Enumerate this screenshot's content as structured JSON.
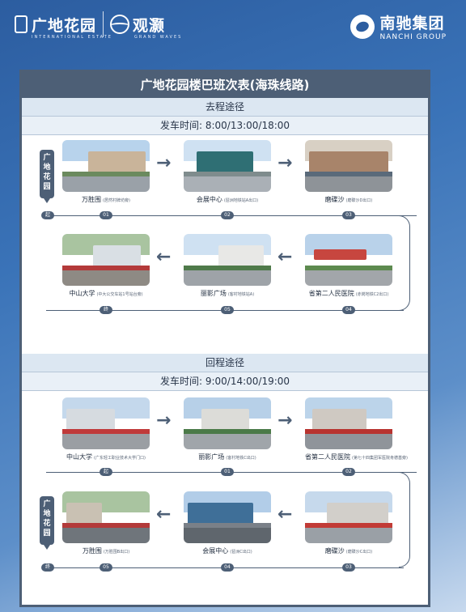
{
  "branding": {
    "project_name": "广地花园",
    "project_sub": "INTERNATIONAL ESTATE",
    "project2_name": "观灏",
    "project2_sub": "GRAND WAVES",
    "developer_name": "南驰集团",
    "developer_sub": "NANCHI GROUP"
  },
  "schedule": {
    "title": "广地花园楼巴班次表(海珠线路)",
    "outbound": {
      "header": "去程途径",
      "departure": "发车时间: 8:00/13:00/18:00",
      "start_tag": "广地花园",
      "start_marker": "起",
      "end_marker": "终",
      "stops": [
        {
          "name": "万胜围",
          "exit": "(居然村牌坊旁)",
          "number": "01"
        },
        {
          "name": "会展中心",
          "exit": "(琶洲地铁站A出口)",
          "number": "02"
        },
        {
          "name": "磨碟沙",
          "exit": "(磨碟沙D出口)",
          "number": "03"
        },
        {
          "name": "省第二人民医院",
          "exit": "(赤岗地铁C2出口)",
          "number": "04"
        },
        {
          "name": "丽影广场",
          "exit": "(客村地铁站A)",
          "number": "05"
        },
        {
          "name": "中山大学",
          "exit": "(中大公交车站1号站台旁)",
          "number": ""
        }
      ]
    },
    "return": {
      "header": "回程途径",
      "departure": "发车时间: 9:00/14:00/19:00",
      "start_marker": "起",
      "end_marker": "终",
      "end_tag": "广地花园",
      "stops": [
        {
          "name": "中山大学",
          "exit": "(广东轻工职业技术大学门口)",
          "number": ""
        },
        {
          "name": "丽影广场",
          "exit": "(客村地铁C出口)",
          "number": "01"
        },
        {
          "name": "省第二人民医院",
          "exit": "(第七十四集团军医院肯德基旁)",
          "number": "02"
        },
        {
          "name": "磨碟沙",
          "exit": "(磨碟沙C出口)",
          "number": "03"
        },
        {
          "name": "会展中心",
          "exit": "(琶洲C出口)",
          "number": "04"
        },
        {
          "name": "万胜围",
          "exit": "(万胜围B出口)",
          "number": "05"
        }
      ]
    }
  },
  "colors": {
    "accent": "#4d5f76",
    "header_bg": "#dce7f2",
    "background": "#3a73b8"
  }
}
